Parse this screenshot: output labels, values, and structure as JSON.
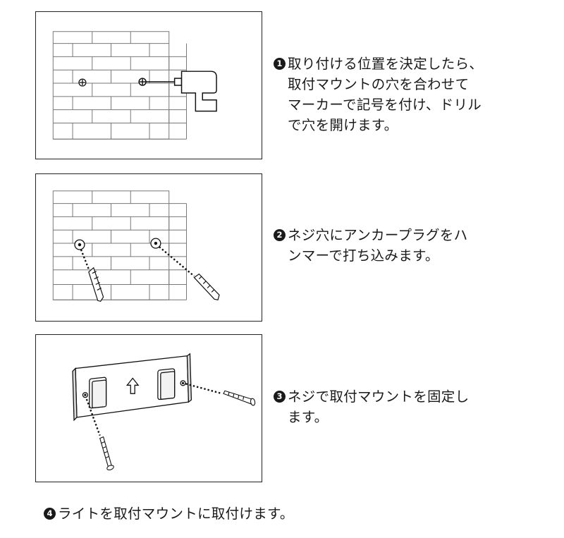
{
  "steps": [
    {
      "number": "1",
      "text": "取り付ける位置を決定したら、\n取付マウントの穴を合わせて\nマーカーで記号を付け、ドリル\nで穴を開けます。"
    },
    {
      "number": "2",
      "text": "ネジ穴にアンカープラグをハ\nンマーで打ち込みます。"
    },
    {
      "number": "3",
      "text": "ネジで取付マウントを固定し\nます。"
    },
    {
      "number": "4",
      "text": "ライトを取付マウントに取付けます。"
    }
  ],
  "illustrations": {
    "panel_1": {
      "icons": [
        "brick-wall-icon",
        "drill-icon",
        "mark-plus-icon"
      ]
    },
    "panel_2": {
      "icons": [
        "brick-wall-icon",
        "anchor-plug-icon",
        "drill-hole-icon"
      ]
    },
    "panel_3": {
      "icons": [
        "mount-plate-icon",
        "screw-icon",
        "up-arrow-icon"
      ]
    }
  }
}
